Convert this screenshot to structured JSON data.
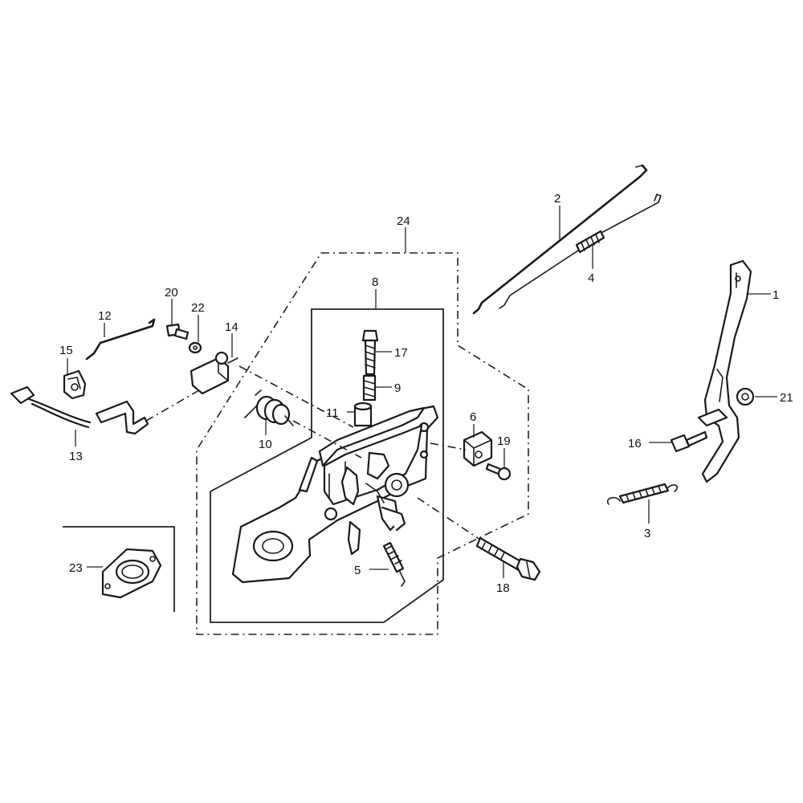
{
  "callouts": {
    "c1": "1",
    "c2": "2",
    "c3": "3",
    "c4": "4",
    "c5": "5",
    "c6": "6",
    "c8": "8",
    "c9": "9",
    "c10": "10",
    "c11": "11",
    "c12": "12",
    "c13": "13",
    "c14": "14",
    "c15": "15",
    "c16": "16",
    "c17": "17",
    "c18": "18",
    "c19": "19",
    "c20": "20",
    "c21": "21",
    "c22": "22",
    "c23": "23",
    "c24": "24"
  },
  "colors": {
    "line": "#1a1a1a",
    "background": "#ffffff"
  }
}
